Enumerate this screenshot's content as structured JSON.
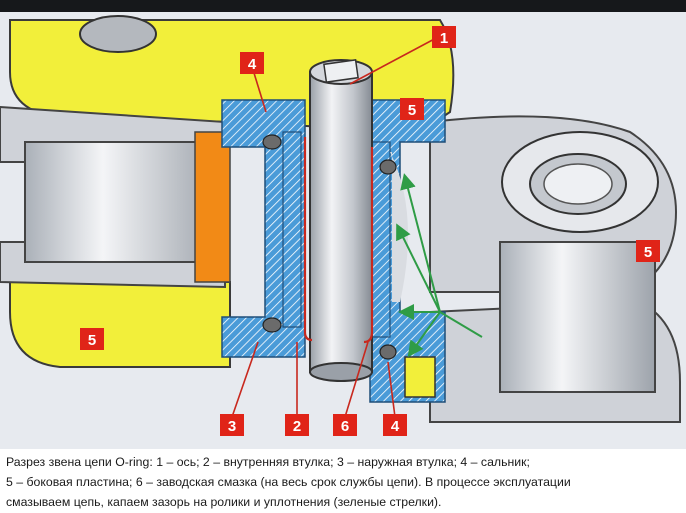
{
  "labels": {
    "n1": "1",
    "n2": "2",
    "n3": "3",
    "n4a": "4",
    "n4b": "4",
    "n5a": "5",
    "n5b": "5",
    "n5c": "5",
    "n6": "6"
  },
  "caption": {
    "line1": "Разрез звена цепи O-ring: 1 – ось; 2 – внутренняя втулка; 3 – наружная втулка; 4 – сальник;",
    "line2": "5 – боковая пластина; 6 – заводская смазка (на весь срок службы цепи). В процессе эксплуатации",
    "line3": "смазываем цепь, капаем зазорь на ролики и уплотнения (зеленые стрелки)."
  },
  "colors": {
    "label_bg": "#e02418",
    "plate_yellow": "#f2ef3a",
    "hatch_blue": "#3a8fd1",
    "steel": "#c9ccd2",
    "grease_orange": "#f28a16",
    "arrow_green": "#2f9c46",
    "seal_red": "#c8281e"
  }
}
